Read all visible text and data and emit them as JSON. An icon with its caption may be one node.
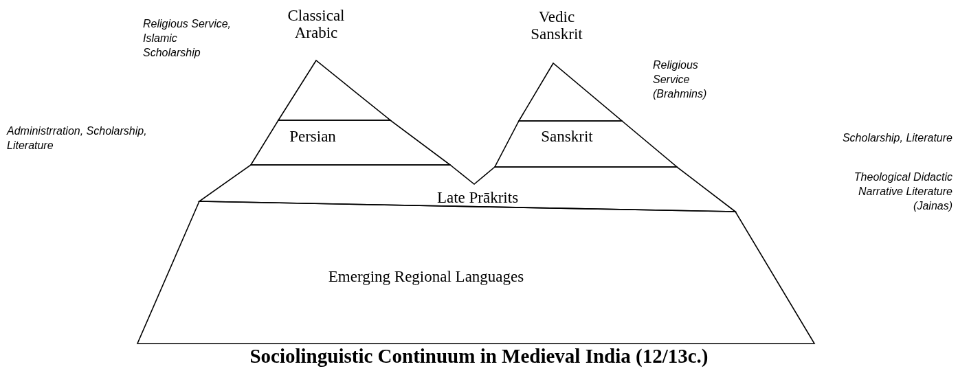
{
  "diagram": {
    "title": "Sociolinguistic Continuum in Medieval India (12/13c.)",
    "nodes": [
      {
        "text": [
          "Classical Arabic"
        ]
      },
      {
        "text": [
          "Persian"
        ]
      },
      {
        "text": [
          "Vedic Sanskrit"
        ],
        "beside": [
          "Religious Service (Brahmins)"
        ]
      },
      {
        "text": [
          "Sanskrit"
        ]
      },
      {
        "text": [
          "Late Prākrits"
        ]
      },
      {
        "text": [
          "Emerging Regional Languages"
        ]
      }
    ],
    "labels": [
      "Religious Service, Islamic Scholarship",
      "Administrration, Scholarship, Literature",
      "Scholarship, Literature",
      "Theological Didactic Narrative Literature (Jainas)"
    ]
  }
}
